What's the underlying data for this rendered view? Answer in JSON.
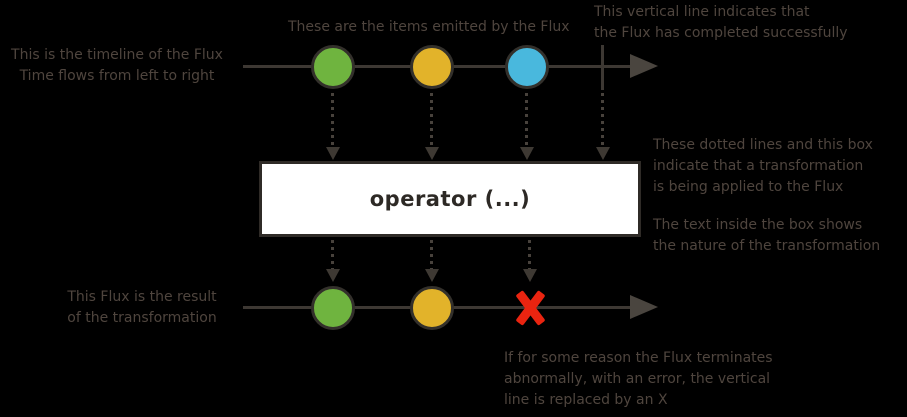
{
  "colors": {
    "background": "#000000",
    "annotation_text": "#4f453e",
    "timeline_line": "#3d3833",
    "arrowhead": "#4a453f",
    "dotted_line": "#48423c",
    "circle_stroke": "#33302b",
    "marble_green": "#6fb43f",
    "marble_yellow": "#e2b32a",
    "marble_blue": "#49b8dd",
    "error_red": "#ea2410",
    "box_background": "#ffffff",
    "box_border": "#2f2b27",
    "box_text": "#2d2925"
  },
  "annotations": {
    "timeline": {
      "lines": [
        "This is the timeline of the Flux",
        "Time flows from left to right"
      ]
    },
    "items": {
      "lines": [
        "These are the items emitted by the Flux"
      ]
    },
    "complete": {
      "lines": [
        "This vertical line indicates that",
        "the Flux has completed successfully"
      ]
    },
    "transform": {
      "lines": [
        "These dotted lines and this box",
        "indicate that a transformation",
        "is being applied to the Flux"
      ]
    },
    "box_text": {
      "lines": [
        "The text inside the box shows",
        "the nature of the transformation"
      ]
    },
    "result": {
      "lines": [
        "This Flux is the result",
        "of the transformation"
      ]
    },
    "error": {
      "lines": [
        "If for some reason the Flux terminates",
        "abnormally, with an error, the vertical",
        "line is replaced by an X"
      ]
    }
  },
  "operator": {
    "label": "operator (...)"
  },
  "marbles": {
    "source": [
      {
        "name": "green",
        "color": "#6fb43f"
      },
      {
        "name": "yellow",
        "color": "#e2b32a"
      },
      {
        "name": "blue",
        "color": "#49b8dd"
      }
    ],
    "result": [
      {
        "name": "green",
        "color": "#6fb43f"
      },
      {
        "name": "yellow",
        "color": "#e2b32a"
      }
    ],
    "error_symbol": "X"
  }
}
